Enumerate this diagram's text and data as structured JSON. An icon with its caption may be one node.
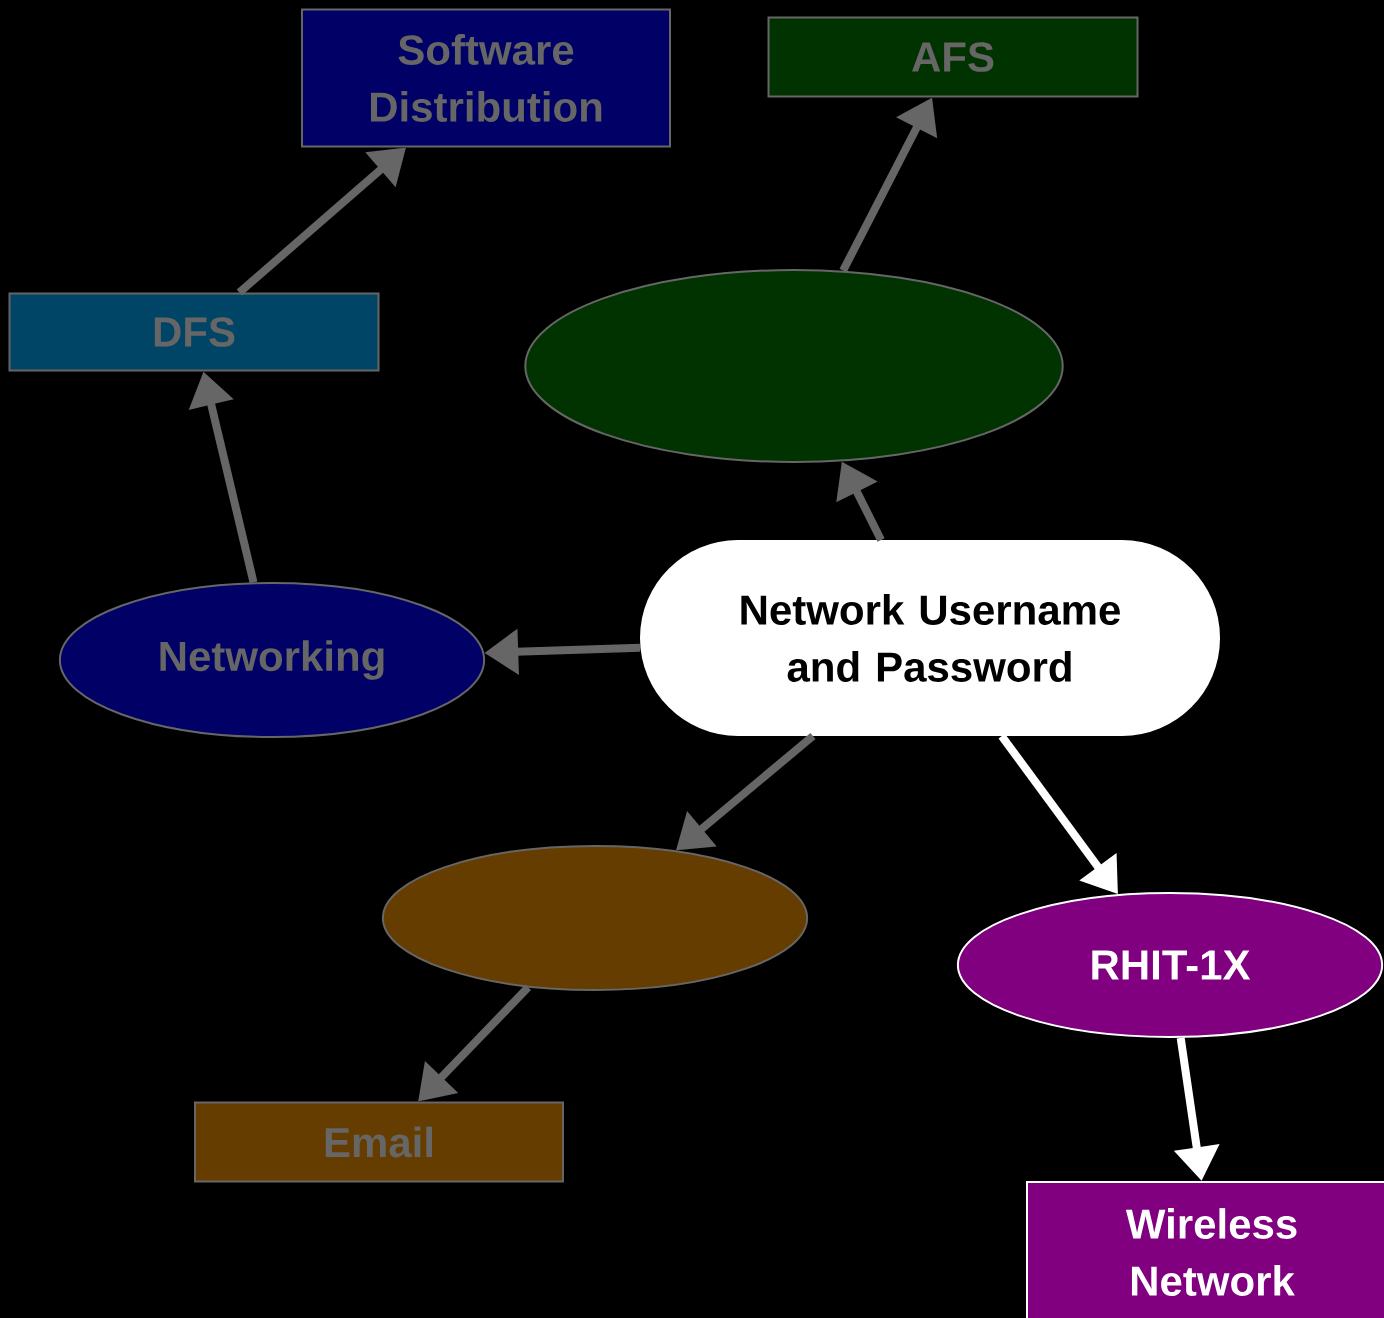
{
  "diagram": {
    "nodes": [
      {
        "text": [
          "Software Distribution"
        ]
      },
      {
        "text": [
          "AFS"
        ]
      },
      {
        "text": [
          "DFS"
        ]
      },
      {
        "text": [],
        "shape": "ellipse"
      },
      {
        "text": [
          "Networking"
        ]
      },
      {
        "text": [
          "Network Username and Password"
        ]
      },
      {
        "text": [],
        "shape": "ellipse"
      },
      {
        "text": [
          "RHIT-1X"
        ]
      },
      {
        "text": [
          "Email"
        ]
      },
      {
        "text": [
          "Wireless Network"
        ]
      }
    ],
    "edges": [
      {
        "from": 5,
        "to": 3,
        "arrow": "to"
      },
      {
        "from": 3,
        "to": 1,
        "arrow": "to"
      },
      {
        "from": 5,
        "to": 4,
        "arrow": "to"
      },
      {
        "from": 4,
        "to": 2,
        "arrow": "to"
      },
      {
        "from": 2,
        "to": 0,
        "arrow": "to"
      },
      {
        "from": 5,
        "to": 6,
        "arrow": "to"
      },
      {
        "from": 6,
        "to": 8,
        "arrow": "to"
      },
      {
        "from": 5,
        "to": 7,
        "arrow": "to",
        "color": "#ffffff"
      },
      {
        "from": 7,
        "to": 9,
        "arrow": "to",
        "color": "#ffffff"
      }
    ]
  }
}
